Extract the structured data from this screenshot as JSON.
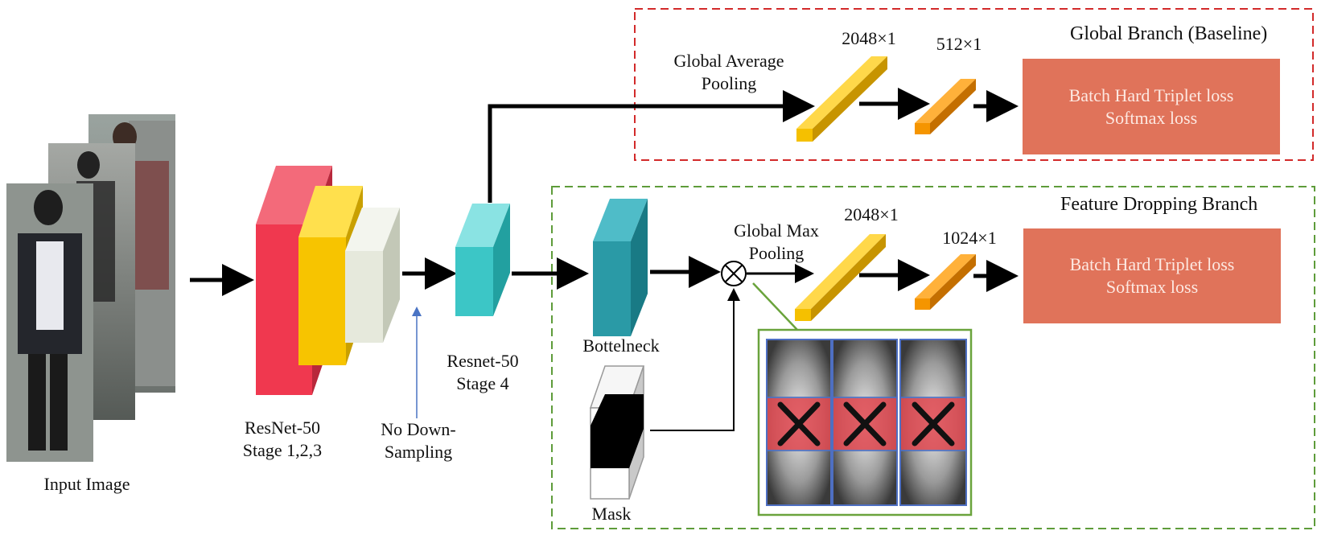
{
  "input": {
    "label": "Input Image"
  },
  "backbone": {
    "stage123_label": [
      "ResNet-50",
      "Stage 1,2,3"
    ],
    "no_downsampling_label": [
      "No Down-",
      "Sampling"
    ],
    "stage4_label": [
      "Resnet-50",
      "Stage 4"
    ]
  },
  "global_branch": {
    "title": "Global Branch (Baseline)",
    "pooling_label": [
      "Global Average",
      "Pooling"
    ],
    "feature1_dim": "2048×1",
    "feature2_dim": "512×1",
    "loss_lines": [
      "Batch Hard Triplet loss",
      "Softmax loss"
    ]
  },
  "feature_dropping_branch": {
    "title": "Feature Dropping Branch",
    "bottleneck_label": "Bottelneck",
    "pooling_label": [
      "Global Max",
      "Pooling"
    ],
    "feature1_dim": "2048×1",
    "feature2_dim": "1024×1",
    "mask_label": "Mask",
    "loss_lines": [
      "Batch Hard Triplet loss",
      "Softmax loss"
    ]
  },
  "colors": {
    "global_box_border": "#d22a2a",
    "drop_box_border": "#5e9c3a",
    "stage1": "#f0384f",
    "stage2": "#f7c400",
    "stage3": "#e6e9dc",
    "stage4": "#3cc6c6",
    "bottleneck": "#2a9aa6",
    "vector_2048": "#f5c000",
    "vector_small": "#f59500",
    "loss_box": "#e0735a",
    "drop_cross": "#111111",
    "drop_band": "#e0474f"
  }
}
